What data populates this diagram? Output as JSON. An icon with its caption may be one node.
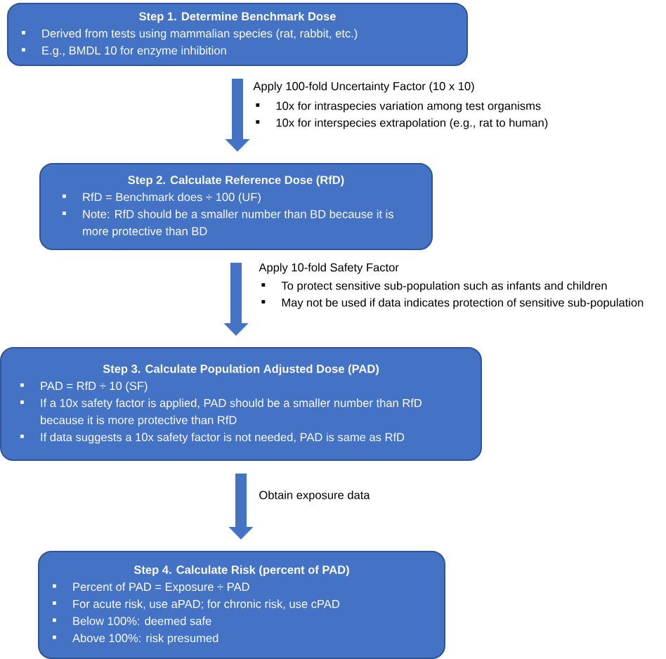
{
  "diagram": {
    "nodes": [
      {
        "text": [
          "Step 1. Determine Benchmark Dose",
          "Derived from tests using mammalian species (rat, rabbit, etc.)",
          "E.g., BMDL 10 for enzyme inhibition"
        ]
      },
      {
        "text": [
          "Step 2. Calculate Reference Dose (RfD)",
          "RfD = Benchmark does ÷ 100 (UF)",
          "Note: RfD should be a smaller number than BD because it is more protective than BD"
        ]
      },
      {
        "text": [
          "Step 3. Calculate Population Adjusted Dose (PAD)",
          "PAD =  RfD ÷ 10 (SF)",
          "If a 10x  safety factor is applied, PAD should be a smaller number than RfD because it is more protective than RfD",
          "If data suggests a 10x safety factor is not needed, PAD is same as RfD"
        ]
      },
      {
        "text": [
          "Step 4. Calculate Risk (percent of PAD)",
          "Percent of PAD = Exposure ÷ PAD",
          "For acute risk, use aPAD; for chronic risk, use cPAD",
          "Below 100%: deemed  safe",
          "Above 100%: risk presumed"
        ]
      }
    ],
    "edges": [
      {
        "from": 0,
        "to": 1,
        "arrow": "to",
        "label": "Apply 100-fold Uncertainty Factor (10 x 10)"
      },
      {
        "from": 1,
        "to": 2,
        "arrow": "to",
        "label": "Apply 10-fold Safety Factor"
      },
      {
        "from": 2,
        "to": 3,
        "arrow": "to",
        "label": "Obtain exposure data"
      }
    ],
    "labels": [
      "10x for intraspecies variation among test organisms",
      "10x for interspecies extrapolation (e.g., rat to human)",
      "To protect sensitive sub-population such as infants and children",
      "May not be used if data indicates protection of sensitive sub-population"
    ]
  }
}
